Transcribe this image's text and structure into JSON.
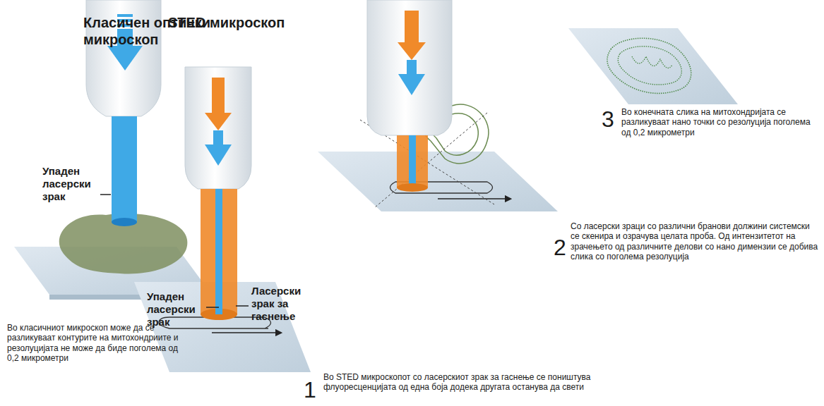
{
  "diagram": {
    "labels": [
      "Класичен оптички микроскоп",
      "STED микроскоп",
      "Упаден ласерски зрак",
      "Упаден ласерски зрак",
      "Ласерски зрак за гаснење",
      "Во класичниот микроскоп може да се разликуваат контурите на митохондриите и резолуцијата не може да биде поголема од 0,2 микрометри",
      "1",
      "Во STED микроскопот со ласерскиот зрак за гаснење се поништува флуоресценцијата од една боја додека другата останува да свети",
      "2",
      "Со ласерски зраци со различни бранови должини системски се скенира и озрачува целата проба. Од интензитетот на зрачењето од различните делови со нано димензии се добива слика со поголема резолуција",
      "3",
      "Во конечната слика на митохондријата се разликуваат нано точки со резолуција поголема од 0,2 микрометри"
    ]
  }
}
